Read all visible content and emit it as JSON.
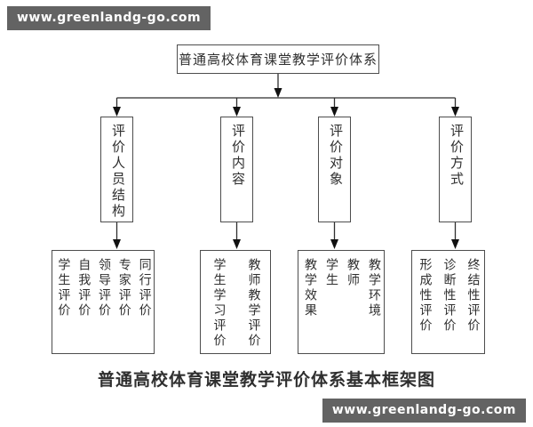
{
  "watermark": {
    "text": "www.greenlandg-go.com"
  },
  "diagram": {
    "root_title": "普通高校体育课堂教学评价体系",
    "categories": [
      {
        "label": "评价人员结构"
      },
      {
        "label": "评价内容"
      },
      {
        "label": "评价对象"
      },
      {
        "label": "评价方式"
      }
    ],
    "details": [
      {
        "columns": [
          "学生评价",
          "自我评价",
          "领导评价",
          "专家评价",
          "同行评价"
        ]
      },
      {
        "columns": [
          "学生学习评价",
          "教师教学评价"
        ]
      },
      {
        "columns": [
          "教学效果",
          "学生",
          "教师",
          "教学环境"
        ]
      },
      {
        "columns": [
          "形成性评价",
          "诊断性评价",
          "终结性评价"
        ]
      }
    ],
    "caption": "普通高校体育课堂教学评价体系基本框架图"
  },
  "colors": {
    "line": "#2e2e2e",
    "box_border": "#4d4d4d",
    "text": "#2f2f2f",
    "watermark_bg": "#636363",
    "watermark_text": "#ffffff",
    "background": "#ffffff"
  }
}
